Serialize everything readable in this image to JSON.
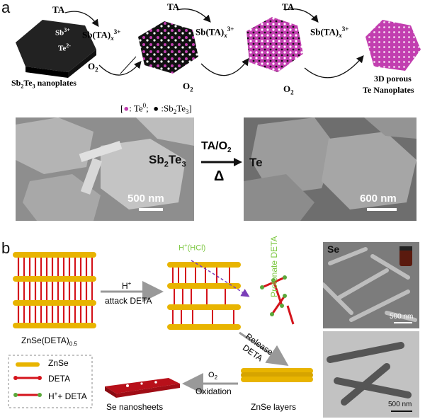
{
  "panel_a": {
    "letter": "a",
    "ta": "TA",
    "o2": "O2",
    "sb_complex": "Sb(TA)x3+",
    "sb_ion": "Sb3+",
    "te_ion": "Te2-",
    "start_label": "Sb2Te3 nanoplates",
    "end_label_line1": "3D porous",
    "end_label_line2": "Te Nanoplates",
    "legend": "[●: Te0;  ● :Sb2Te3]",
    "sem_left_label": "Sb2Te3",
    "sem_left_scale": "500 nm",
    "sem_right_label": "Te",
    "sem_right_scale": "600 nm",
    "arrow_top": "TA/O2",
    "arrow_bottom": "Δ",
    "colors": {
      "te": "#c23fb0",
      "sb2te3": "#111111"
    }
  },
  "panel_b": {
    "letter": "b",
    "hplus": "H+",
    "attack": "attack DETA",
    "hcl": "H+(HCl)",
    "protonate": "Protonate DETA",
    "zn_label": "ZnSe(DETA)0.5",
    "release_line1": "Release",
    "release_line2": "DETA",
    "o2": "O2",
    "oxidation": "Oxidation",
    "se_nanosheets": "Se nanosheets",
    "znse_layers": "ZnSe layers",
    "legend": [
      "ZnSe",
      "DETA",
      "H+ + DETA"
    ],
    "sem_label": "Se",
    "scale_top": "500 nm",
    "scale_bottom": "500 nm",
    "colors": {
      "znse": "#e8b400",
      "deta": "#d4141c",
      "green": "#7ec843"
    }
  }
}
